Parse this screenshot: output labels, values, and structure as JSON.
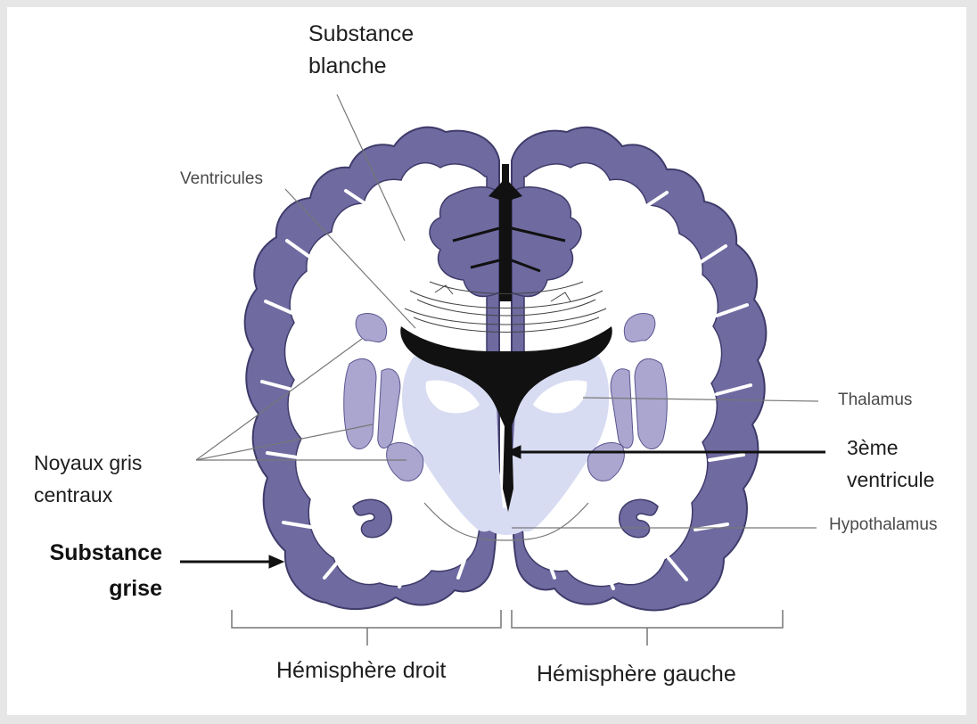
{
  "labels": {
    "white_matter": [
      "Substance",
      "blanche"
    ],
    "ventricles": "Ventricules",
    "thalamus": "Thalamus",
    "third_ventricle": [
      "3ème",
      "ventricule"
    ],
    "hypothalamus": "Hypothalamus",
    "basal_ganglia": [
      "Noyaux gris",
      "centraux"
    ],
    "grey_matter": [
      "Substance",
      "grise"
    ],
    "right_hemisphere": "Hémisphère droit",
    "left_hemisphere": "Hémisphère gauche"
  },
  "colors": {
    "grey_matter": "#6f6aa0",
    "grey_matter_outline": "#3f3b6a",
    "ventricle": "#111111",
    "thalamus": "#d8dcf2",
    "nuclei": "#aaa6cf",
    "leader_line": "#777777",
    "arrow": "#111111"
  }
}
